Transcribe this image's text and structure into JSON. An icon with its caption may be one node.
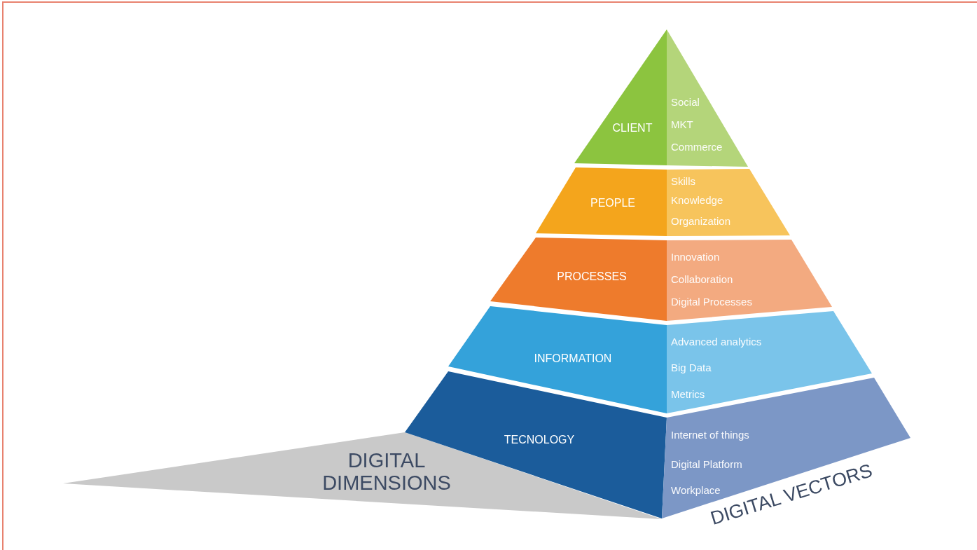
{
  "diagram": {
    "nodes": [
      {
        "text": [
          "CLIENT"
        ]
      },
      {
        "text": [
          "Social",
          "MKT",
          "Commerce"
        ]
      },
      {
        "text": [
          "PEOPLE"
        ]
      },
      {
        "text": [
          "Skills",
          "Knowledge",
          "Organization"
        ]
      },
      {
        "text": [
          "PROCESSES"
        ]
      },
      {
        "text": [
          "Innovation",
          "Collaboration",
          "Digital Processes"
        ]
      },
      {
        "text": [
          "INFORMATION"
        ]
      },
      {
        "text": [
          "Advanced analytics",
          "Big Data",
          "Metrics"
        ]
      },
      {
        "text": [
          "TECNOLOGY"
        ]
      },
      {
        "text": [
          "Internet of things",
          "Digital Platform",
          "Workplace"
        ]
      }
    ],
    "labels": [
      "DIGITAL DIMENSIONS",
      "DIGITAL VECTORS"
    ]
  }
}
